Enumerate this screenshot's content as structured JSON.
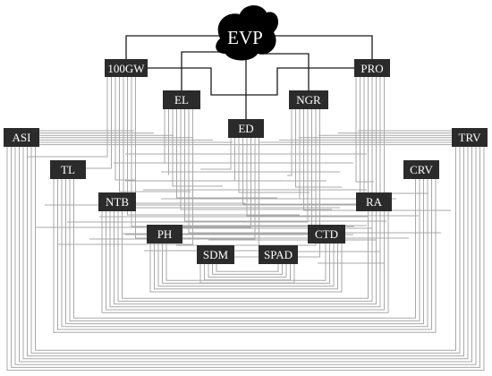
{
  "diagram": {
    "root": {
      "label": "EVP"
    },
    "nodes": [
      {
        "id": "100gw",
        "label": "100GW"
      },
      {
        "id": "pro",
        "label": "PRO"
      },
      {
        "id": "el",
        "label": "EL"
      },
      {
        "id": "ngr",
        "label": "NGR"
      },
      {
        "id": "ed",
        "label": "ED"
      },
      {
        "id": "asi",
        "label": "ASI"
      },
      {
        "id": "trv",
        "label": "TRV"
      },
      {
        "id": "tl",
        "label": "TL"
      },
      {
        "id": "crv",
        "label": "CRV"
      },
      {
        "id": "ntb",
        "label": "NTB"
      },
      {
        "id": "ra",
        "label": "RA"
      },
      {
        "id": "ph",
        "label": "PH"
      },
      {
        "id": "ctd",
        "label": "CTD"
      },
      {
        "id": "sdm",
        "label": "SDM"
      },
      {
        "id": "spad",
        "label": "SPAD"
      }
    ],
    "colors": {
      "node_fill": "#2b2b2b",
      "node_text": "#ffffff",
      "root_fill": "#000000",
      "wire": "#a8a8a8",
      "tree_wire": "#1a1a1a",
      "background": "#ffffff"
    }
  }
}
